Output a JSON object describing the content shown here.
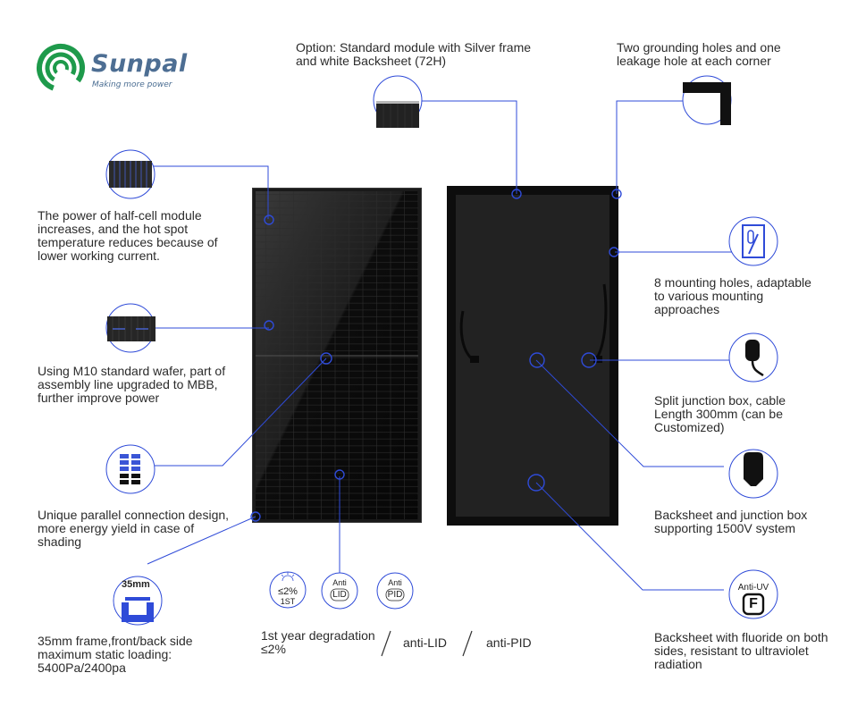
{
  "brand": {
    "name": "Sunpal",
    "tagline": "Making more power",
    "colors": {
      "green": "#1e9a4b",
      "navy": "#4d6e93",
      "accent": "#2f4bd8",
      "panel": "#111111"
    }
  },
  "callouts": {
    "half_cell": "The power of half-cell module increases, and the hot spot temperature reduces because of lower working current.",
    "m10_wafer": "Using M10 standard wafer, part of assembly line upgraded to MBB, further improve power",
    "parallel": "Unique parallel connection design, more energy yield in case of shading",
    "frame": "35mm frame,front/back side maximum static loading: 5400Pa/2400pa",
    "option": "Option: Standard module with Silver frame and white Backsheet (72H)",
    "grounding": "Two grounding holes and one leakage hole at each corner",
    "mounting": "8 mounting holes, adaptable to various mounting approaches",
    "junction": "Split junction box, cable Length 300mm (can be Customized)",
    "backsheet_1500": "Backsheet and junction box supporting 1500V system",
    "fluoride": "Backsheet with fluoride on both sides, resistant to ultraviolet radiation"
  },
  "badges": {
    "frame_size": "35mm",
    "degradation_value": "≤2%",
    "degradation_year": "1ST",
    "lid_top": "Anti",
    "lid_bottom": "LID",
    "pid_top": "Anti",
    "pid_bottom": "PID",
    "uv_top": "Anti-UV",
    "uv_letter": "F"
  },
  "bottom": {
    "degradation": "1st year degradation ≤2%",
    "anti_lid": "anti-LID",
    "anti_pid": "anti-PID",
    "separator": "/"
  },
  "icons": [
    "sunpal-logo-icon",
    "half-cell-icon",
    "wafer-icon",
    "parallel-grid-icon",
    "frame-profile-icon",
    "sun-icon",
    "corner-icon",
    "mounting-hole-icon",
    "junction-box-icon",
    "connector-icon",
    "anti-uv-icon"
  ]
}
